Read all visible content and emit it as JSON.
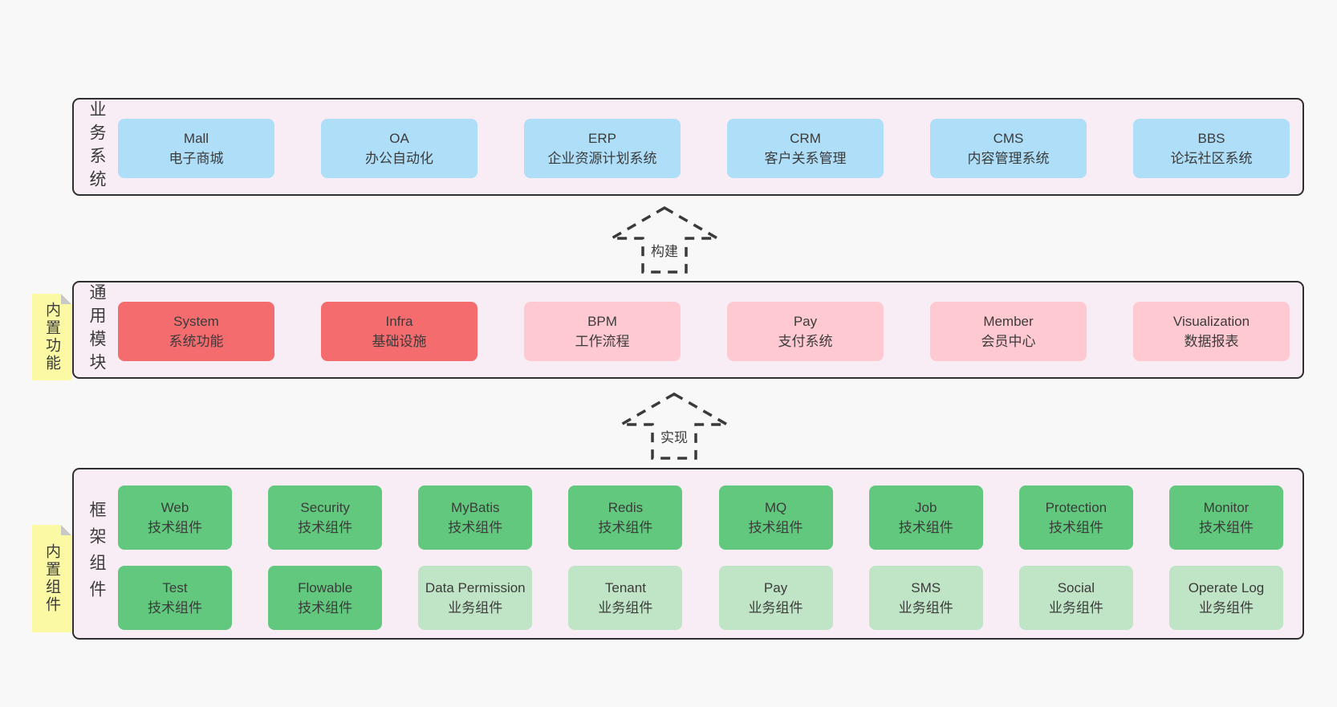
{
  "colors": {
    "page_bg": "#f8f8f8",
    "band_bg": "#f8edf5",
    "band_border": "#2f2f2f",
    "blue": "#aedef8",
    "red": "#f56c6f",
    "pink": "#ffc9d2",
    "green": "#61c87d",
    "light_green": "#c0e5c6",
    "sticky_yellow": "#fbf9a3",
    "sticky_fold": "#c8c8c8",
    "text": "#3b3b3b"
  },
  "arrows": [
    {
      "label": "构建"
    },
    {
      "label": "实现"
    }
  ],
  "business": {
    "label": "业务系统",
    "boxes": [
      {
        "title": "Mall",
        "subtitle": "电子商城",
        "variant": "blue"
      },
      {
        "title": "OA",
        "subtitle": "办公自动化",
        "variant": "blue"
      },
      {
        "title": "ERP",
        "subtitle": "企业资源计划系统",
        "variant": "blue"
      },
      {
        "title": "CRM",
        "subtitle": "客户关系管理",
        "variant": "blue"
      },
      {
        "title": "CMS",
        "subtitle": "内容管理系统",
        "variant": "blue"
      },
      {
        "title": "BBS",
        "subtitle": "论坛社区系统",
        "variant": "blue"
      }
    ]
  },
  "modules": {
    "label": "通用模块",
    "sticky": "内置功能",
    "boxes": [
      {
        "title": "System",
        "subtitle": "系统功能",
        "variant": "red"
      },
      {
        "title": "Infra",
        "subtitle": "基础设施",
        "variant": "red"
      },
      {
        "title": "BPM",
        "subtitle": "工作流程",
        "variant": "pink"
      },
      {
        "title": "Pay",
        "subtitle": "支付系统",
        "variant": "pink"
      },
      {
        "title": "Member",
        "subtitle": "会员中心",
        "variant": "pink"
      },
      {
        "title": "Visualization",
        "subtitle": "数据报表",
        "variant": "pink"
      }
    ]
  },
  "components": {
    "label": "框架组件",
    "sticky": "内置组件",
    "row1": [
      {
        "title": "Web",
        "subtitle": "技术组件",
        "variant": "green"
      },
      {
        "title": "Security",
        "subtitle": "技术组件",
        "variant": "green"
      },
      {
        "title": "MyBatis",
        "subtitle": "技术组件",
        "variant": "green"
      },
      {
        "title": "Redis",
        "subtitle": "技术组件",
        "variant": "green"
      },
      {
        "title": "MQ",
        "subtitle": "技术组件",
        "variant": "green"
      },
      {
        "title": "Job",
        "subtitle": "技术组件",
        "variant": "green"
      },
      {
        "title": "Protection",
        "subtitle": "技术组件",
        "variant": "green"
      },
      {
        "title": "Monitor",
        "subtitle": "技术组件",
        "variant": "green"
      }
    ],
    "row2": [
      {
        "title": "Test",
        "subtitle": "技术组件",
        "variant": "green"
      },
      {
        "title": "Flowable",
        "subtitle": "技术组件",
        "variant": "green"
      },
      {
        "title": "Data Permission",
        "subtitle": "业务组件",
        "variant": "light_green"
      },
      {
        "title": "Tenant",
        "subtitle": "业务组件",
        "variant": "light_green"
      },
      {
        "title": "Pay",
        "subtitle": "业务组件",
        "variant": "light_green"
      },
      {
        "title": "SMS",
        "subtitle": "业务组件",
        "variant": "light_green"
      },
      {
        "title": "Social",
        "subtitle": "业务组件",
        "variant": "light_green"
      },
      {
        "title": "Operate Log",
        "subtitle": "业务组件",
        "variant": "light_green"
      }
    ]
  }
}
